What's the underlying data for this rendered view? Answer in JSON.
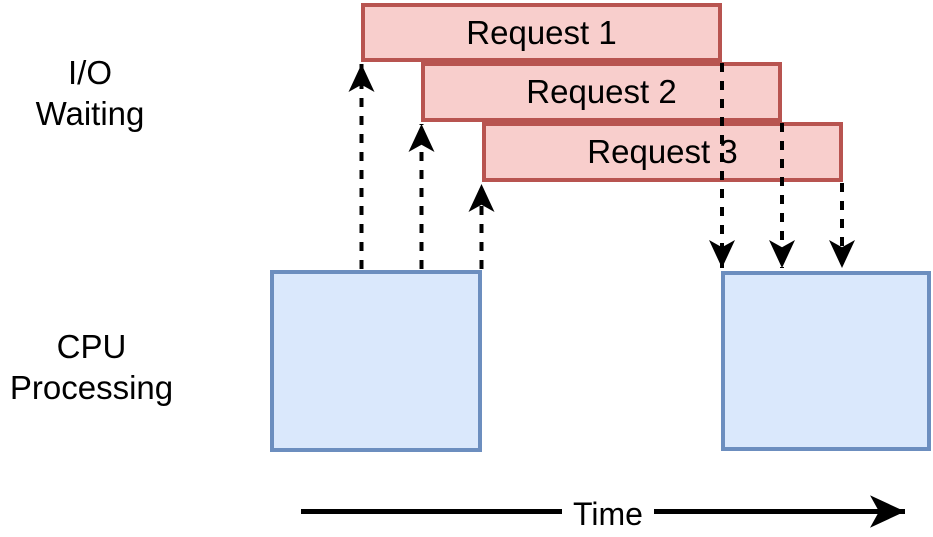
{
  "colors": {
    "canvas_bg": "#ffffff",
    "request_fill": "#f8cecc",
    "request_stroke": "#b85450",
    "cpu_fill": "#dae8fc",
    "cpu_stroke": "#6c8ebf",
    "arrow_color": "#000000",
    "text_color": "#000000",
    "time_label_bg": "#ffffff"
  },
  "diagram": {
    "io_waiting_label": "I/O\nWaiting",
    "cpu_processing_label": "CPU\nProcessing",
    "requests": [
      {
        "label": "Request 1"
      },
      {
        "label": "Request 2"
      },
      {
        "label": "Request 3"
      }
    ],
    "time_axis_label": "Time"
  }
}
